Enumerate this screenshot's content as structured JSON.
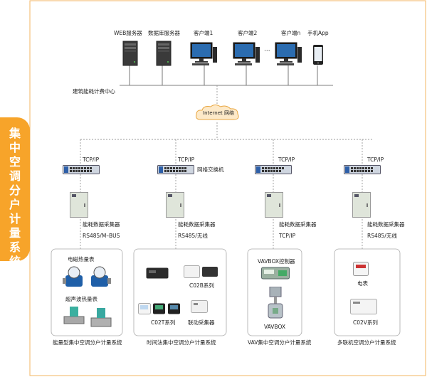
{
  "top_nodes": [
    {
      "label": "WEB服务器",
      "icon": "server-icon"
    },
    {
      "label": "数据库服务器",
      "icon": "server-icon"
    },
    {
      "label": "客户端1",
      "icon": "desktop-pc-icon"
    },
    {
      "label": "客户端2",
      "icon": "desktop-pc-icon"
    },
    {
      "label": "···"
    },
    {
      "label": "客户端n",
      "icon": "desktop-pc-icon"
    },
    {
      "label": "手机App",
      "icon": "smartphone-icon"
    }
  ],
  "center_label": "建筑能耗计费中心",
  "internet_label": "Internet 网络",
  "side_title": "集中空调分户计量系统",
  "columns": [
    {
      "protocol_top": "TCP/IP",
      "switch_label": "",
      "collector_label": "能耗数据采集器",
      "protocol_bottom": "RS485/M–BUS",
      "devices": [
        {
          "label": "电磁热量表",
          "icon": "electromagnetic-heat-meter-icon"
        },
        {
          "label": "超声波热量表",
          "icon": "ultrasonic-heat-meter-icon"
        }
      ],
      "system_label": "能量型集中空调分户计量系统"
    },
    {
      "protocol_top": "TCP/IP",
      "switch_label": "网络交换机",
      "collector_label": "能耗数据采集器",
      "protocol_bottom": "RS485/无线",
      "devices": [
        {
          "label": "C02B系列",
          "icon": "c02b-module-icon"
        },
        {
          "label": "C02T系列",
          "icon": "c02t-thermostat-icon"
        },
        {
          "label": "联动采集器",
          "icon": "linkage-collector-icon"
        }
      ],
      "system_label": "时间法集中空调分户计量系统"
    },
    {
      "protocol_top": "TCP/IP",
      "switch_label": "",
      "collector_label": "能耗数据采集器",
      "protocol_bottom": "TCP/IP",
      "devices": [
        {
          "label": "VAVBOX控制器",
          "icon": "vavbox-controller-icon"
        },
        {
          "label": "VAVBOX",
          "icon": "vavbox-icon"
        }
      ],
      "system_label": "VAV集中空调分户计量系统"
    },
    {
      "protocol_top": "TCP/IP",
      "switch_label": "",
      "collector_label": "能耗数据采集器",
      "protocol_bottom": "RS485/无线",
      "devices": [
        {
          "label": "电表",
          "icon": "electric-meter-icon"
        },
        {
          "label": "C02V系列",
          "icon": "c02v-module-icon"
        }
      ],
      "system_label": "多联机空调分户计量系统"
    }
  ],
  "colors": {
    "accent": "#f7a42a",
    "line": "#888888",
    "switch_blue": "#2d5fa8"
  }
}
